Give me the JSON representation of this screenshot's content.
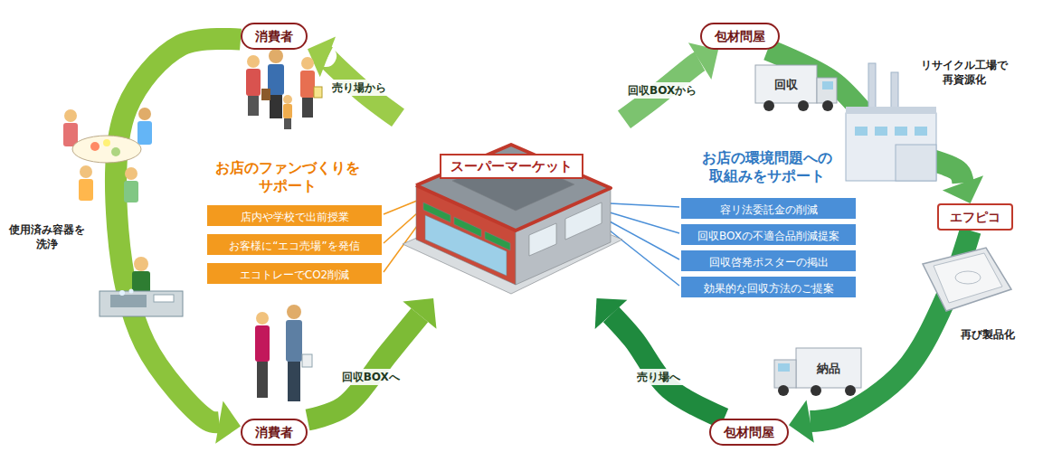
{
  "diagram": {
    "nodes": [
      {
        "text": [
          "消費者"
        ]
      },
      {
        "text": [
          "包材問屋"
        ]
      },
      {
        "text": [
          "スーパーマーケット"
        ]
      },
      {
        "text": [
          "店内や学校で出前授業"
        ]
      },
      {
        "text": [
          "お客様に“エコ売場”を発信"
        ]
      },
      {
        "text": [
          "エコトレーでCO2削減"
        ]
      },
      {
        "text": [
          "容リ法委託金の削減"
        ]
      },
      {
        "text": [
          "回収BOXの不適合品削減提案"
        ]
      },
      {
        "text": [
          "回収啓発ポスターの掲出"
        ]
      },
      {
        "text": [
          "効果的な回収方法のご提案"
        ]
      },
      {
        "text": [
          "エフピコ"
        ]
      },
      {
        "text": [
          "消費者"
        ]
      },
      {
        "text": [
          "包材問屋"
        ]
      }
    ],
    "edges": [
      {
        "from": 2,
        "to": 0,
        "arrow": "to",
        "label": "売り場から"
      },
      {
        "from": 0,
        "to": 11,
        "arrow": "to"
      },
      {
        "from": 11,
        "to": 2,
        "arrow": "to",
        "label": "回収BOXへ"
      },
      {
        "from": 2,
        "to": 1,
        "arrow": "to",
        "label": "回収BOXから"
      },
      {
        "from": 1,
        "to": 10,
        "arrow": "to"
      },
      {
        "from": 10,
        "to": 12,
        "arrow": "to"
      },
      {
        "from": 12,
        "to": 2,
        "arrow": "to",
        "label": "売り場へ"
      }
    ],
    "labels": [
      "お店のファンづくりを サポート",
      "お店の環境問題への 取組みをサポート",
      "使用済み容器を 洗浄",
      "リサイクル工場で 再資源化",
      "回収",
      "再び製品化",
      "納品"
    ]
  }
}
